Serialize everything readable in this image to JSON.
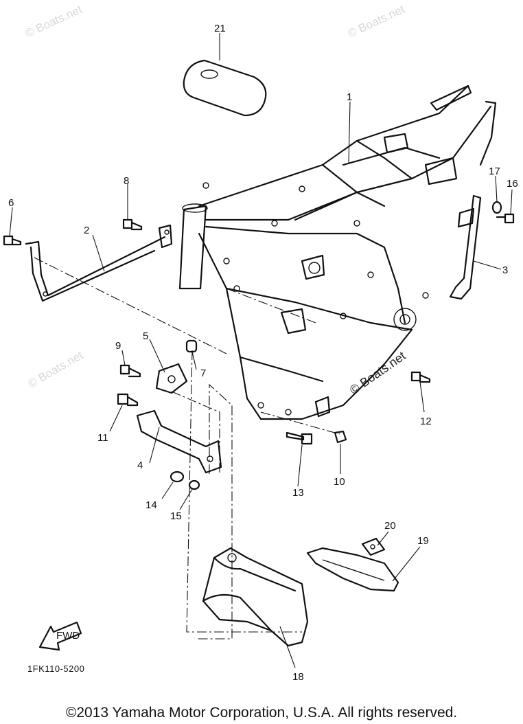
{
  "callouts": {
    "p1": "1",
    "p2": "2",
    "p3": "3",
    "p4": "4",
    "p5": "5",
    "p6": "6",
    "p7": "7",
    "p8": "8",
    "p9": "9",
    "p10": "10",
    "p11": "11",
    "p12": "12",
    "p13": "13",
    "p14": "14",
    "p15": "15",
    "p16": "16",
    "p17": "17",
    "p18": "18",
    "p19": "19",
    "p20": "20",
    "p21": "21"
  },
  "fwd_label": "FWD",
  "diagram_code": "1FK110-5200",
  "watermarks": {
    "w1": "© Boats.net",
    "w2": "© Boats.net",
    "w3": "© Boats.net",
    "w4": "© Boats.net"
  },
  "copyright": "©2013 Yamaha Motor Corporation, U.S.A. All rights reserved."
}
